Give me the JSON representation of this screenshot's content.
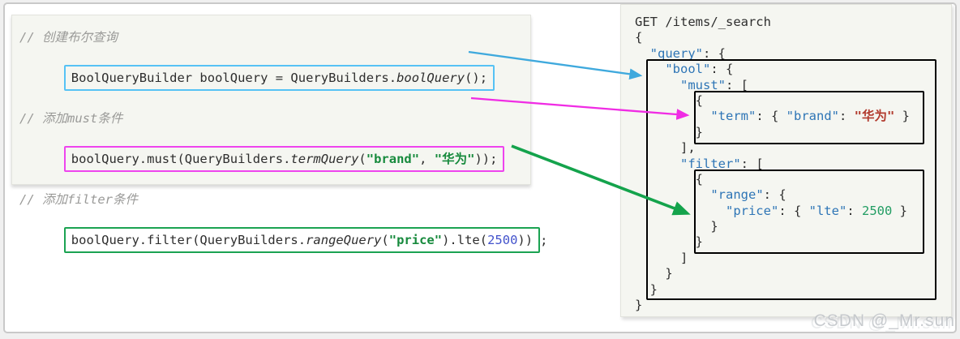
{
  "palette": {
    "panel_bg": "#f5f6f1",
    "frame_border": "#c9c9c9",
    "box_blue": "#56c2f5",
    "box_magenta": "#ee44ee",
    "box_green": "#1ba352",
    "code_text": "#2e2e2e",
    "comment_gray": "#9a9a98",
    "string_green": "#178a3d",
    "number_blue": "#4353cc",
    "json_key_blue": "#2e75b6",
    "json_value_red": "#b23b2e",
    "json_number_green": "#229d63",
    "arrow_blue": "#3fa9dd",
    "arrow_magenta": "#f02ce4",
    "arrow_green": "#14a34c",
    "watermark_gray": "#bfc3c7"
  },
  "watermark": {
    "text": "CSDN @_Mr.sun"
  },
  "left": {
    "lines": [
      {
        "kind": "comment",
        "segments": [
          {
            "c": "comment",
            "t": "// 创建布尔查询"
          }
        ]
      },
      {
        "kind": "boxed",
        "box": "blue",
        "segments": [
          {
            "c": "plain",
            "t": "BoolQueryBuilder boolQuery = QueryBuilders."
          },
          {
            "c": "method",
            "t": "boolQuery"
          },
          {
            "c": "plain",
            "t": "();"
          }
        ]
      },
      {
        "kind": "comment",
        "segments": [
          {
            "c": "comment",
            "t": "// 添加must条件"
          }
        ]
      },
      {
        "kind": "boxed",
        "box": "magenta",
        "segments": [
          {
            "c": "plain",
            "t": "boolQuery.must(QueryBuilders."
          },
          {
            "c": "method",
            "t": "termQuery"
          },
          {
            "c": "plain",
            "t": "("
          },
          {
            "c": "string",
            "t": "\"brand\""
          },
          {
            "c": "plain",
            "t": ", "
          },
          {
            "c": "string",
            "t": "\"华为\""
          },
          {
            "c": "plain",
            "t": "));"
          }
        ]
      },
      {
        "kind": "comment",
        "segments": [
          {
            "c": "comment",
            "t": "// 添加filter条件"
          }
        ]
      },
      {
        "kind": "boxed",
        "box": "green",
        "after": ";",
        "segments": [
          {
            "c": "plain",
            "t": "boolQuery.filter(QueryBuilders."
          },
          {
            "c": "method",
            "t": "rangeQuery"
          },
          {
            "c": "plain",
            "t": "("
          },
          {
            "c": "string",
            "t": "\"price\""
          },
          {
            "c": "plain",
            "t": ").lte("
          },
          {
            "c": "number",
            "t": "2500"
          },
          {
            "c": "plain",
            "t": "))"
          }
        ]
      }
    ]
  },
  "right": {
    "lines": [
      [
        {
          "c": "plain",
          "t": "GET /items/_search"
        }
      ],
      [
        {
          "c": "plain",
          "t": "{"
        }
      ],
      [
        {
          "c": "plain",
          "t": "  "
        },
        {
          "c": "key",
          "t": "\"query\""
        },
        {
          "c": "plain",
          "t": ": {"
        }
      ],
      [
        {
          "c": "plain",
          "t": "    "
        },
        {
          "c": "key",
          "t": "\"bool\""
        },
        {
          "c": "plain",
          "t": ": {"
        }
      ],
      [
        {
          "c": "plain",
          "t": "      "
        },
        {
          "c": "key",
          "t": "\"must\""
        },
        {
          "c": "plain",
          "t": ": ["
        }
      ],
      [
        {
          "c": "plain",
          "t": "        {"
        }
      ],
      [
        {
          "c": "plain",
          "t": "          "
        },
        {
          "c": "key",
          "t": "\"term\""
        },
        {
          "c": "plain",
          "t": ": { "
        },
        {
          "c": "key",
          "t": "\"brand\""
        },
        {
          "c": "plain",
          "t": ": "
        },
        {
          "c": "strval",
          "t": "\"华为\""
        },
        {
          "c": "plain",
          "t": " }"
        }
      ],
      [
        {
          "c": "plain",
          "t": "        }"
        }
      ],
      [
        {
          "c": "plain",
          "t": "      ],"
        }
      ],
      [
        {
          "c": "plain",
          "t": "      "
        },
        {
          "c": "key",
          "t": "\"filter\""
        },
        {
          "c": "plain",
          "t": ": ["
        }
      ],
      [
        {
          "c": "plain",
          "t": "        {"
        }
      ],
      [
        {
          "c": "plain",
          "t": "          "
        },
        {
          "c": "key",
          "t": "\"range\""
        },
        {
          "c": "plain",
          "t": ": {"
        }
      ],
      [
        {
          "c": "plain",
          "t": "            "
        },
        {
          "c": "key",
          "t": "\"price\""
        },
        {
          "c": "plain",
          "t": ": { "
        },
        {
          "c": "key",
          "t": "\"lte\""
        },
        {
          "c": "plain",
          "t": ": "
        },
        {
          "c": "num2",
          "t": "2500"
        },
        {
          "c": "plain",
          "t": " }"
        }
      ],
      [
        {
          "c": "plain",
          "t": "          }"
        }
      ],
      [
        {
          "c": "plain",
          "t": "        }"
        }
      ],
      [
        {
          "c": "plain",
          "t": "      ]"
        }
      ],
      [
        {
          "c": "plain",
          "t": "    }"
        }
      ],
      [
        {
          "c": "plain",
          "t": "  }"
        }
      ],
      [
        {
          "c": "plain",
          "t": "}"
        }
      ]
    ]
  }
}
